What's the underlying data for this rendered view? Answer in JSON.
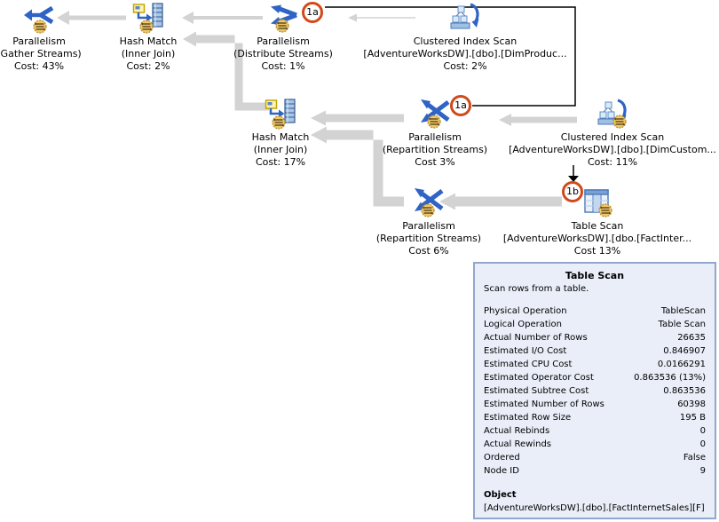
{
  "plan": {
    "nodes": [
      {
        "op": "Parallelism",
        "detail": "(Gather Streams)",
        "cost": "Cost: 43%"
      },
      {
        "op": "Hash Match",
        "detail": "(Inner Join)",
        "cost": "Cost: 2%"
      },
      {
        "op": "Parallelism",
        "detail": "(Distribute Streams)",
        "cost": "Cost: 1%"
      },
      {
        "op": "Clustered Index Scan",
        "detail": "[AdventureWorksDW].[dbo].[DimProduc...",
        "cost": "Cost: 2%"
      },
      {
        "op": "Hash Match",
        "detail": "(Inner Join)",
        "cost": "Cost: 17%"
      },
      {
        "op": "Parallelism",
        "detail": "(Repartition Streams)",
        "cost": "Cost 3%"
      },
      {
        "op": "Clustered Index Scan",
        "detail": "[AdventureWorksDW].[dbo].[DimCustom...",
        "cost": "Cost: 11%"
      },
      {
        "op": "Parallelism",
        "detail": "(Repartition Streams)",
        "cost": "Cost 6%"
      },
      {
        "op": "Table Scan",
        "detail": "[AdventureWorksDW].[dbo.[FactInter...",
        "cost": "Cost 13%"
      }
    ],
    "badges": [
      {
        "label": "1a"
      },
      {
        "label": "1a"
      },
      {
        "label": "1b"
      }
    ],
    "icons": [
      "parallelism-gather-streams-icon",
      "hash-match-icon",
      "parallelism-distribute-streams-icon",
      "clustered-index-scan-icon",
      "parallelism-repartition-streams-icon",
      "table-scan-icon",
      "parallel-marker-icon"
    ]
  },
  "tooltip": {
    "title": "Table Scan",
    "description": "Scan rows from a table.",
    "rows": [
      {
        "label": "Physical Operation",
        "value": "TableScan"
      },
      {
        "label": "Logical Operation",
        "value": "Table Scan"
      },
      {
        "label": "Actual Number of Rows",
        "value": "26635"
      },
      {
        "label": "Estimated I/O Cost",
        "value": "0.846907"
      },
      {
        "label": "Estimated CPU Cost",
        "value": "0.0166291"
      },
      {
        "label": "Estimated Operator Cost",
        "value": "0.863536 (13%)"
      },
      {
        "label": "Estimated Subtree Cost",
        "value": "0.863536"
      },
      {
        "label": "Estimated Number of Rows",
        "value": "60398"
      },
      {
        "label": "Estimated Row Size",
        "value": "195 B"
      },
      {
        "label": "Actual Rebinds",
        "value": "0"
      },
      {
        "label": "Actual Rewinds",
        "value": "0"
      },
      {
        "label": "Ordered",
        "value": "False"
      },
      {
        "label": "Node ID",
        "value": "9"
      }
    ],
    "object_label": "Object",
    "object_value": "[AdventureWorksDW].[dbo].[FactInternetSales][F]"
  },
  "colors": {
    "arrow_gray": "#d3d3d3",
    "badge_ring": "#d1491b",
    "tooltip_bg": "#e9eef8",
    "tooltip_border": "#92a7cd",
    "icon_blue": "#2f63c5",
    "marker_gold": "#efc769"
  }
}
